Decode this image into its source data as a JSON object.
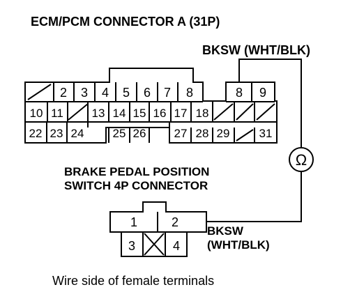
{
  "ecm_title": "ECM/PCM CONNECTOR A (31P)",
  "wire_label_top": "BKSW (WHT/BLK)",
  "bpp_title": [
    "BRAKE PEDAL POSITION",
    "SWITCH 4P CONNECTOR"
  ],
  "wire_label_bottom": [
    "BKSW",
    "(WHT/BLK)"
  ],
  "footer": "Wire side of female terminals",
  "ohm_symbol": "Ω",
  "ecm_connector": {
    "row1": [
      "",
      "2",
      "3",
      "4",
      "5",
      "6",
      "7",
      "8",
      "9"
    ],
    "row2": [
      "10",
      "11",
      "",
      "13",
      "14",
      "15",
      "16",
      "17",
      "18",
      "",
      "",
      ""
    ],
    "row3": [
      "22",
      "23",
      "24",
      "25",
      "26",
      "27",
      "28",
      "29",
      "",
      "31"
    ]
  },
  "bpp_connector": {
    "row1": [
      "1",
      "2"
    ],
    "row2": [
      "3",
      "",
      "4"
    ]
  }
}
